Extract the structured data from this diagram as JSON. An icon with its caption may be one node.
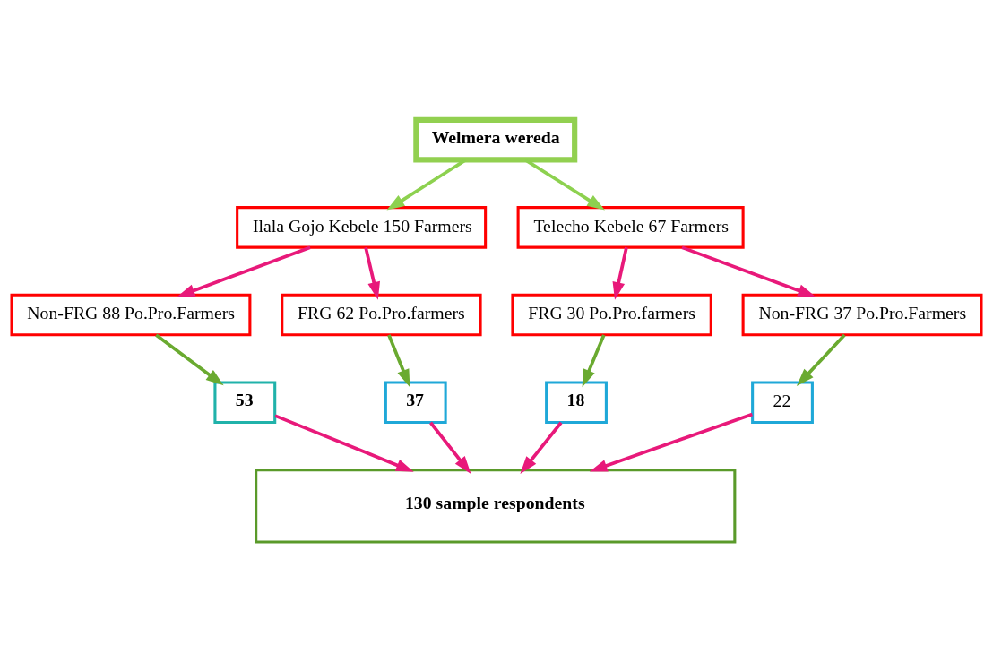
{
  "diagram": {
    "nodes": [
      {
        "text": [
          "Welmera wereda"
        ]
      },
      {
        "text": [
          "Ilala Gojo Kebele 150 Farmers"
        ]
      },
      {
        "text": [
          "Telecho Kebele 67 Farmers"
        ]
      },
      {
        "text": [
          "Non-FRG 88 Po.Pro.Farmers"
        ]
      },
      {
        "text": [
          "FRG 62 Po.Pro.farmers"
        ]
      },
      {
        "text": [
          "FRG 30 Po.Pro.farmers"
        ]
      },
      {
        "text": [
          "Non-FRG 37 Po.Pro.Farmers"
        ]
      },
      {
        "text": [
          "53"
        ]
      },
      {
        "text": [
          "37"
        ]
      },
      {
        "text": [
          "18"
        ]
      },
      {
        "text": [
          "22"
        ]
      },
      {
        "text": [
          "130 sample respondents"
        ]
      }
    ],
    "edges": [
      {
        "from": 0,
        "to": 1,
        "arrow": "to",
        "color": "#8dd14f"
      },
      {
        "from": 0,
        "to": 2,
        "arrow": "to",
        "color": "#8dd14f"
      },
      {
        "from": 1,
        "to": 3,
        "arrow": "to"
      },
      {
        "from": 1,
        "to": 4,
        "arrow": "to"
      },
      {
        "from": 2,
        "to": 5,
        "arrow": "to"
      },
      {
        "from": 2,
        "to": 6,
        "arrow": "to"
      },
      {
        "from": 3,
        "to": 7,
        "arrow": "to",
        "color": "#6aaa30"
      },
      {
        "from": 4,
        "to": 8,
        "arrow": "to",
        "color": "#6aaa30"
      },
      {
        "from": 5,
        "to": 9,
        "arrow": "to",
        "color": "#6aaa30"
      },
      {
        "from": 6,
        "to": 10,
        "arrow": "to",
        "color": "#6aaa30"
      },
      {
        "from": 7,
        "to": 11,
        "arrow": "to"
      },
      {
        "from": 8,
        "to": 11,
        "arrow": "to"
      },
      {
        "from": 9,
        "to": 11,
        "arrow": "to"
      },
      {
        "from": 10,
        "to": 11,
        "arrow": "to"
      }
    ]
  }
}
